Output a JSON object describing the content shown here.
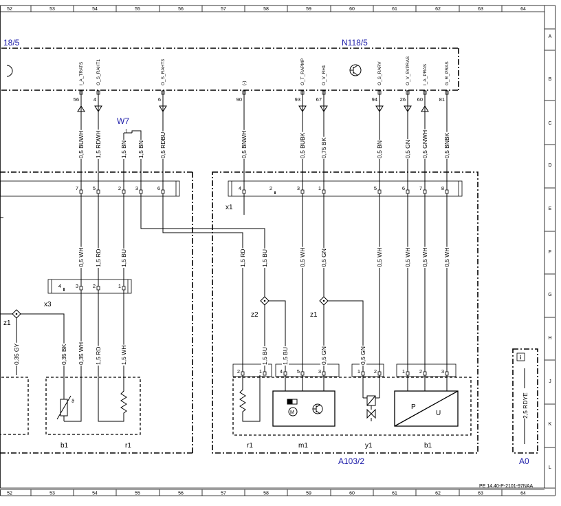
{
  "frame": {
    "columns": [
      "52",
      "53",
      "54",
      "55",
      "56",
      "57",
      "58",
      "59",
      "60",
      "61",
      "62",
      "63",
      "64"
    ],
    "rows": [
      "A",
      "B",
      "C",
      "D",
      "E",
      "F",
      "G",
      "H",
      "J",
      "K",
      "L"
    ],
    "doc_ref": "PE 14.40-P-2101-97NAA"
  },
  "components": {
    "left_ecu": "18/5",
    "ecu": "N118/5",
    "harness_w7": "W7",
    "ground_w7": "1",
    "connector_x1": "x1",
    "connector_x3": "x3",
    "splice_z1_left": "z1",
    "splice_z2": "z2",
    "splice_z1": "z1",
    "assembly": "A103/2",
    "a0_label": "A0",
    "a0_wire": "2,5 RDYE",
    "info_icon": "i",
    "left_b1": "b1",
    "left_r1": "r1",
    "right_r1": "r1",
    "right_m1": "m1",
    "right_y1": "y1",
    "right_b1": "b1",
    "b1_p": "P",
    "b1_u": "U"
  },
  "ecu_pins": [
    {
      "pin": "56",
      "signal": "I_A_TRATS"
    },
    {
      "pin": "4",
      "signal": "O_S_RAHT1"
    },
    {
      "pin": "6",
      "signal": "O_S_RAHT3"
    },
    {
      "pin": "90",
      "signal": "(-)"
    },
    {
      "pin": "93",
      "signal": "O_T_RAPMP"
    },
    {
      "pin": "67",
      "signal": "O_V_RH1"
    },
    {
      "pin": "94",
      "signal": "O_S_RARV"
    },
    {
      "pin": "26",
      "signal": "O_V_5VPRAS"
    },
    {
      "pin": "60",
      "signal": "I_A_PRAS"
    },
    {
      "pin": "81",
      "signal": "G_R_PRAS"
    }
  ],
  "upper_wires": [
    "0,5 BUWH",
    "1,5 RDWH",
    "1,5 BN",
    "1,5 BN",
    "0,5 RDBU",
    "0,5 BNWH",
    "0,5 BUBK",
    "0,75 BK",
    "0,5 BN",
    "0,5 GN",
    "0,5 GNWH",
    "0,5 BNBK"
  ],
  "x1_left_pins": [
    "7",
    "5",
    "2",
    "3",
    "6"
  ],
  "x1_right_pins": [
    "4",
    "2",
    "3",
    "1",
    "5",
    "6",
    "7",
    "8"
  ],
  "middle_wires": [
    "0,5 WH",
    "1,5 RD",
    "1,5 BU",
    "1,5 RD",
    "1,5 BU",
    "0,5 WH",
    "0,5 GN",
    "0,5 WH",
    "0,5 WH",
    "0,5 WH",
    "0,5 WH"
  ],
  "x3_pins": [
    "4",
    "3",
    "2",
    "1"
  ],
  "lower_wires": [
    "0,35 GY",
    "0,35 BK",
    "0,35 WH",
    "1,5 RD",
    "1,5 WH",
    "1,5 BU",
    "1,5 BU",
    "0,5 GN",
    "0,5 GN"
  ],
  "r1_pins": [
    "2",
    "1"
  ],
  "m1_pins": [
    "4",
    "5",
    "3"
  ],
  "y1_pins": [
    "1",
    "2"
  ],
  "b1_pins": [
    "1",
    "2",
    "3"
  ]
}
